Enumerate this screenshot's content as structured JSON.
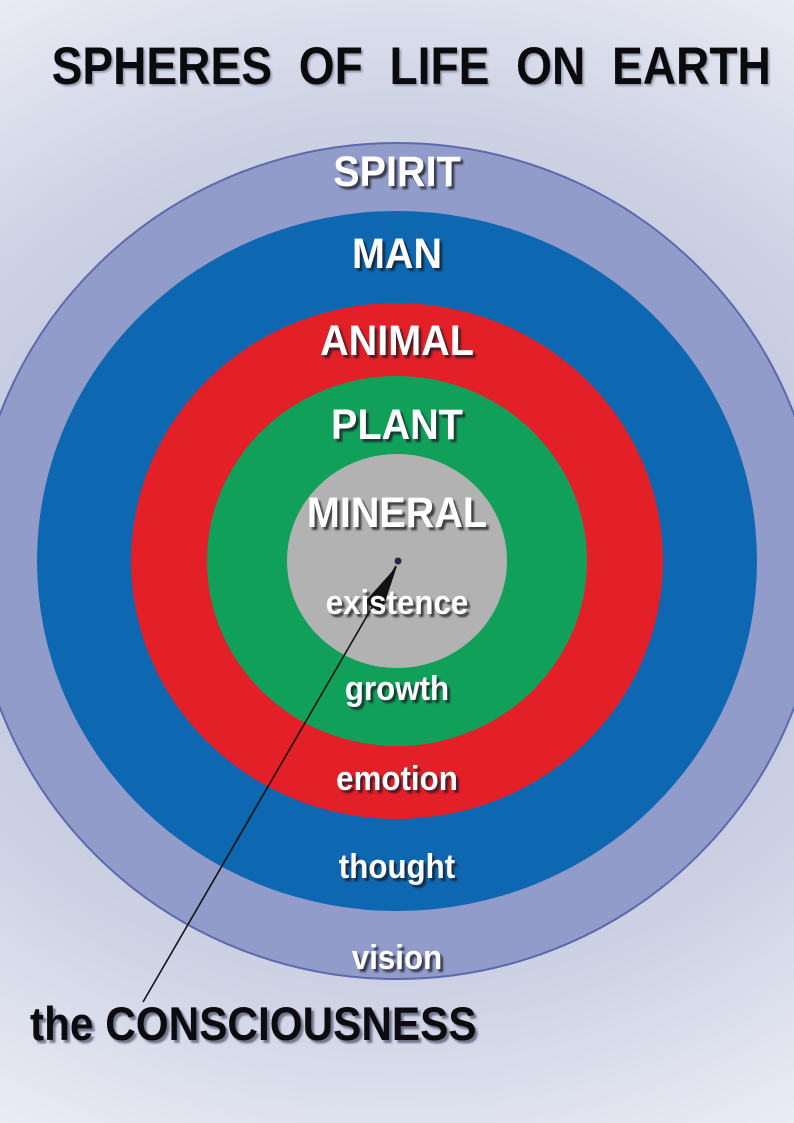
{
  "title": "SPHERES OF LIFE ON EARTH",
  "caption": "the CONSCIOUSNESS",
  "rings": [
    {
      "label": "SPIRIT",
      "attribute": "vision",
      "color": "#929cca"
    },
    {
      "label": "MAN",
      "attribute": "thought",
      "color": "#0d68b1"
    },
    {
      "label": "ANIMAL",
      "attribute": "emotion",
      "color": "#e32028"
    },
    {
      "label": "PLANT",
      "attribute": "growth",
      "color": "#11a05a"
    },
    {
      "label": "MINERAL",
      "attribute": "existence",
      "color": "#b2b2b2"
    }
  ],
  "colors": {
    "outer_outline": "#5c6aad",
    "center_dot": "#1d2b4c",
    "pointer_line": "#121212"
  }
}
